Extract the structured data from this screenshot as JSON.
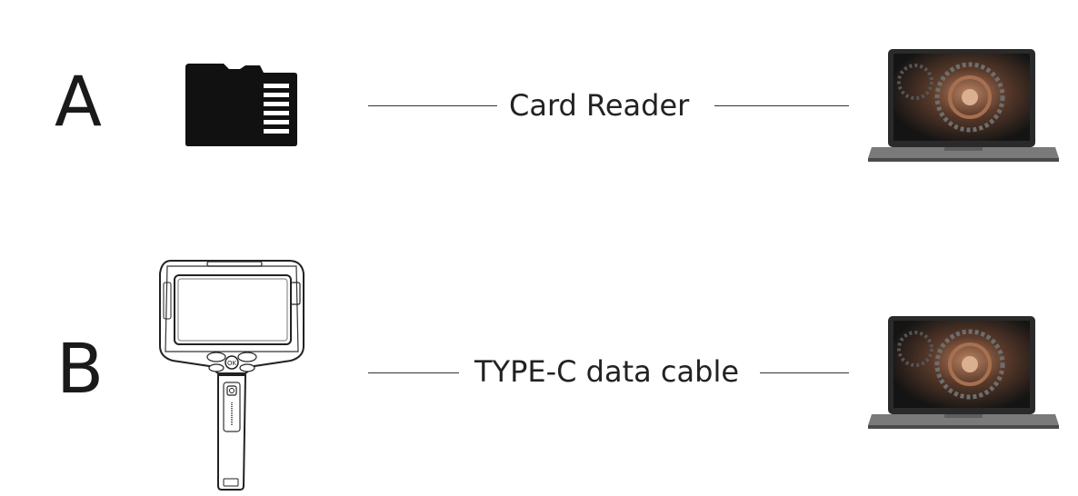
{
  "rows": [
    {
      "letter": "A",
      "source_icon": "micro-sd-card-icon",
      "connection_label": "Card Reader",
      "target_icon": "laptop-icon"
    },
    {
      "letter": "B",
      "source_icon": "borescope-device-icon",
      "connection_label": "TYPE-C data cable",
      "target_icon": "laptop-icon"
    }
  ],
  "colors": {
    "text": "#1a1a1a",
    "line": "#333333",
    "card": "#111111",
    "laptop_body": "#7a7a7a",
    "screen_bg": "#1c1c1c",
    "screen_accent": "#8a5a40"
  }
}
